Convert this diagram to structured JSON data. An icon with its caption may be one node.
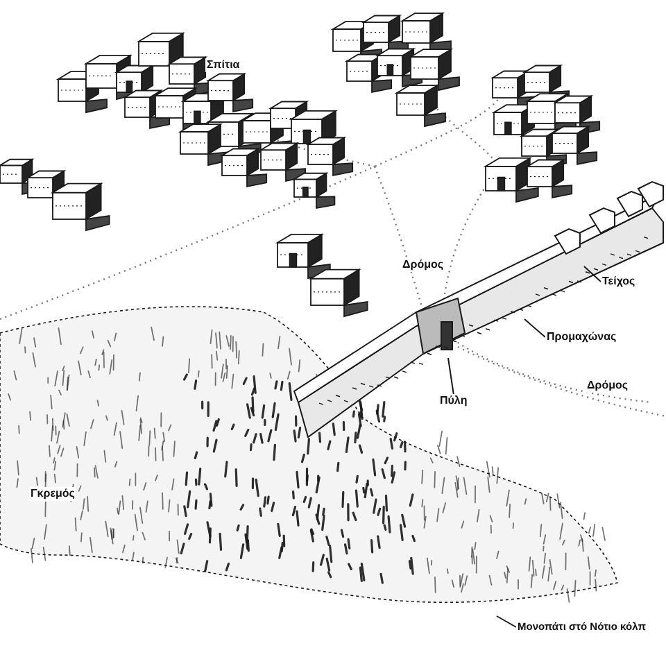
{
  "diagram": {
    "nodes": [
      {
        "text": [
          "Σπίτια"
        ]
      },
      {
        "text": [
          "Δρόμος"
        ]
      },
      {
        "text": [
          "Τείχος"
        ]
      },
      {
        "text": [
          "Προμαχώνας"
        ]
      },
      {
        "text": [
          "Δρόμος"
        ]
      },
      {
        "text": [
          "Πύλη"
        ]
      },
      {
        "text": [
          "Γκρεμός"
        ]
      },
      {
        "text": [
          "Μονοπάτι στό Νότιο κόλπ"
        ]
      }
    ],
    "edges": [
      {
        "from": 2,
        "to": null,
        "arrow": "none"
      },
      {
        "from": 3,
        "to": null,
        "arrow": "none"
      },
      {
        "from": 5,
        "to": null,
        "arrow": "none"
      },
      {
        "from": 7,
        "to": null,
        "arrow": "none"
      }
    ]
  }
}
